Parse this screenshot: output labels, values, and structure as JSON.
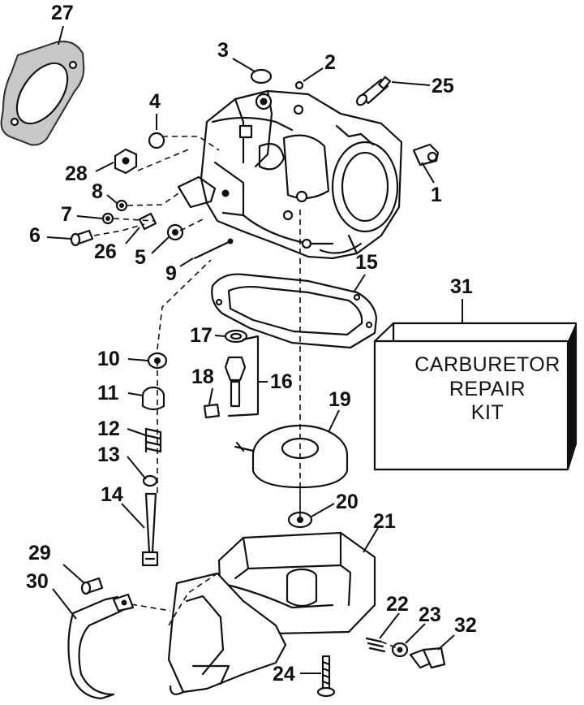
{
  "callouts": [
    {
      "id": "c27",
      "text": "27"
    },
    {
      "id": "c3",
      "text": "3"
    },
    {
      "id": "c2",
      "text": "2"
    },
    {
      "id": "c25",
      "text": "25"
    },
    {
      "id": "c4",
      "text": "4"
    },
    {
      "id": "c28",
      "text": "28"
    },
    {
      "id": "c1",
      "text": "1"
    },
    {
      "id": "c8",
      "text": "8"
    },
    {
      "id": "c7",
      "text": "7"
    },
    {
      "id": "c6",
      "text": "6"
    },
    {
      "id": "c26",
      "text": "26"
    },
    {
      "id": "c5",
      "text": "5"
    },
    {
      "id": "c9",
      "text": "9"
    },
    {
      "id": "c15",
      "text": "15"
    },
    {
      "id": "c31",
      "text": "31"
    },
    {
      "id": "c17",
      "text": "17"
    },
    {
      "id": "c10",
      "text": "10"
    },
    {
      "id": "c18",
      "text": "18"
    },
    {
      "id": "c16",
      "text": "16"
    },
    {
      "id": "c11",
      "text": "11"
    },
    {
      "id": "c19",
      "text": "19"
    },
    {
      "id": "c12",
      "text": "12"
    },
    {
      "id": "c13",
      "text": "13"
    },
    {
      "id": "c14",
      "text": "14"
    },
    {
      "id": "c20",
      "text": "20"
    },
    {
      "id": "c21",
      "text": "21"
    },
    {
      "id": "c29",
      "text": "29"
    },
    {
      "id": "c30",
      "text": "30"
    },
    {
      "id": "c22",
      "text": "22"
    },
    {
      "id": "c23",
      "text": "23"
    },
    {
      "id": "c32",
      "text": "32"
    },
    {
      "id": "c24",
      "text": "24"
    }
  ],
  "kit_box": {
    "line1": "CARBURETOR",
    "line2": "REPAIR",
    "line3": "KIT"
  }
}
